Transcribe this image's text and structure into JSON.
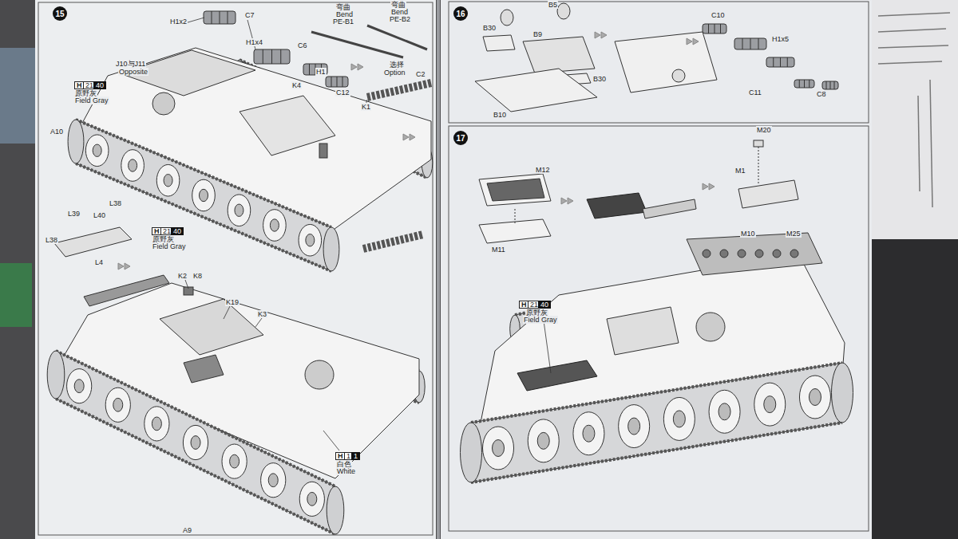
{
  "diagram": {
    "nodes": [
      {
        "text": [
          "15"
        ]
      },
      {
        "text": [
          "16"
        ]
      },
      {
        "text": [
          "17"
        ]
      }
    ],
    "labels": [
      "H1x2",
      "C7",
      "H1x4",
      "C6",
      "H1",
      "C12",
      "K4",
      "弯曲",
      "Bend",
      "PE-B1",
      "弯曲",
      "Bend",
      "PE-B2",
      "选择",
      "Option",
      "C2",
      "J10与J11",
      "Opposite",
      "H",
      "21",
      "40",
      "原野灰",
      "Field Gray",
      "A10",
      "K1",
      "L39",
      "L40",
      "L38",
      "L38",
      "L4",
      "H",
      "21",
      "40",
      "原野灰",
      "Field Gray",
      "K2",
      "K8",
      "K19",
      "K3",
      "H",
      "1",
      "1",
      "白色",
      "White",
      "A9",
      "B5",
      "B30",
      "B9",
      "B30",
      "B10",
      "C10",
      "H1x5",
      "C11",
      "C8",
      "M12",
      "M20",
      "M1",
      "M10",
      "M25",
      "M11",
      "H",
      "21",
      "40",
      "原野灰",
      "Field Gray"
    ]
  }
}
